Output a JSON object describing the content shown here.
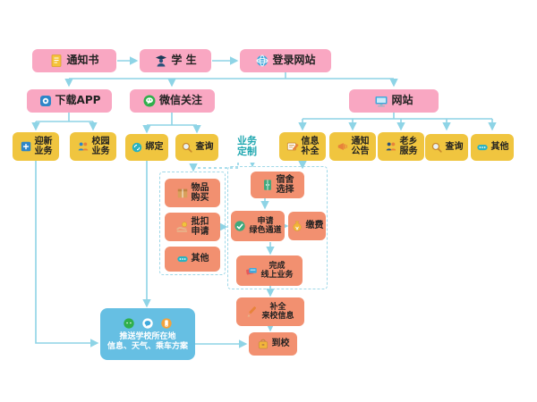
{
  "colors": {
    "pink": "#F9A7C2",
    "gold": "#F0C53F",
    "salmon": "#F29070",
    "push_blue": "#66BFE3",
    "arrow": "#8ED4E6",
    "teal_text": "#1FA7B0",
    "text": "#222222",
    "bg": "#FFFFFF"
  },
  "nodes": {
    "notice": {
      "label": "通知书",
      "icon": "document-icon"
    },
    "student": {
      "label": "学 生",
      "icon": "student-icon"
    },
    "login_site": {
      "label": "登录网站",
      "icon": "globe-icon"
    },
    "download_app": {
      "label": "下载APP",
      "icon": "app-icon"
    },
    "wechat_follow": {
      "label": "微信关注",
      "icon": "wechat-icon"
    },
    "website": {
      "label": "网站",
      "icon": "monitor-icon"
    },
    "welcome_biz": {
      "label": "迎新\n业务",
      "icon": "welcome-icon"
    },
    "campus_biz": {
      "label": "校园\n业务",
      "icon": "people-icon"
    },
    "bind": {
      "label": "绑定",
      "icon": "link-globe-icon"
    },
    "query_wechat": {
      "label": "查询",
      "icon": "magnifier-icon"
    },
    "biz_custom": {
      "label": "业务\n定制",
      "icon": ""
    },
    "info_complete": {
      "label": "信息\n补全",
      "icon": "form-pencil-icon"
    },
    "notice_announce": {
      "label": "通知\n公告",
      "icon": "megaphone-icon"
    },
    "hometown_service": {
      "label": "老乡\n服务",
      "icon": "people-icon"
    },
    "query_web": {
      "label": "查询",
      "icon": "magnifier-icon"
    },
    "other_web": {
      "label": "其他",
      "icon": "ellipsis-icon"
    },
    "item_purchase": {
      "label": "物品\n购买",
      "icon": "package-icon"
    },
    "batch_deduct": {
      "label": "批扣\n申请",
      "icon": "hand-coin-icon"
    },
    "other_custom": {
      "label": "其他",
      "icon": "ellipsis-icon"
    },
    "dorm_select": {
      "label": "宿舍\n选择",
      "icon": "wardrobe-icon"
    },
    "green_channel": {
      "label": "申请\n绿色通道",
      "icon": "green-check-icon"
    },
    "pay_fee": {
      "label": "缴费",
      "icon": "moneybag-icon"
    },
    "finish_online": {
      "label": "完成\n线上业务",
      "icon": "cards-icon"
    },
    "complete_arrival_info": {
      "label": "补全\n来校信息",
      "icon": "pencil-icon"
    },
    "arrive_school": {
      "label": "到校",
      "icon": "schoolbag-icon"
    },
    "push_info": {
      "label": "推送学校所在地\n信息、天气、乘车方案",
      "icons": [
        "wechat-bubble-icon",
        "chat-icon",
        "phone-icon"
      ]
    }
  }
}
